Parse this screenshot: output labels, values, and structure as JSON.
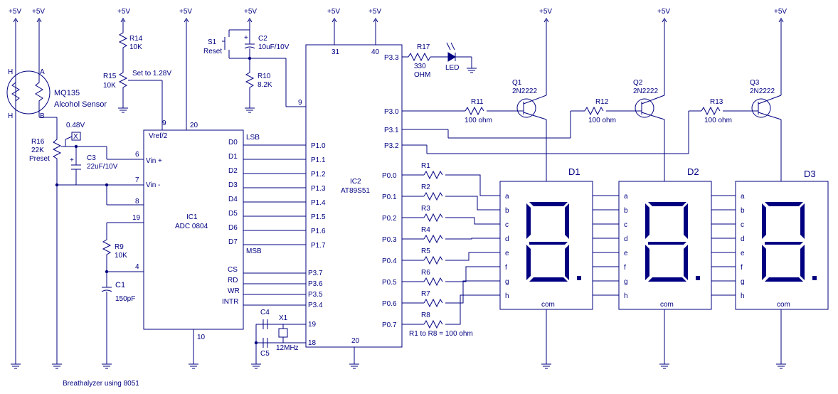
{
  "caption": "Breathalyzer using 8051",
  "supply": "+5V",
  "sensor": {
    "name": "MQ135",
    "desc": "Alcohol Sensor",
    "pin_h": "H",
    "pin_a": "A",
    "pin_b": "B"
  },
  "r14": {
    "ref": "R14",
    "val": "10K"
  },
  "r15": {
    "ref": "R15",
    "val": "10K",
    "note": "Set to 1.28V"
  },
  "r16": {
    "ref": "R16",
    "val": "22K",
    "note": "Preset",
    "volt": "0.48V",
    "mark": "X"
  },
  "c3": {
    "ref": "C3",
    "val": "22uF/10V",
    "plus": "+"
  },
  "s1": {
    "ref": "S1",
    "val": "Reset"
  },
  "c2": {
    "ref": "C2",
    "val": "10uF/10V",
    "plus": "+"
  },
  "r10": {
    "ref": "R10",
    "val": "8.2K"
  },
  "r9": {
    "ref": "R9",
    "val": "10K"
  },
  "c1": {
    "ref": "C1",
    "val": "150pF"
  },
  "c4": "C4",
  "c5": "C5",
  "x1": {
    "ref": "X1",
    "val": "12MHz"
  },
  "ic1": {
    "ref": "IC1",
    "name": "ADC 0804",
    "vref": "Vref/2",
    "vin_plus": "Vin +",
    "vin_minus": "Vin -",
    "pin_vref": "9",
    "pin_vcc": "20",
    "pin_vinp": "6",
    "pin_vinm": "7",
    "pin_8": "8",
    "pin_19": "19",
    "pin_4": "4",
    "pin_10": "10",
    "data_pins": [
      "D0",
      "D1",
      "D2",
      "D3",
      "D4",
      "D5",
      "D6",
      "D7"
    ],
    "lsb": "LSB",
    "msb": "MSB",
    "ctrl_pins": [
      "CS",
      "RD",
      "WR",
      "INTR"
    ]
  },
  "ic2": {
    "ref": "IC2",
    "name": "AT89S51",
    "pin_31": "31",
    "pin_40": "40",
    "pin_9": "9",
    "pin_19": "19",
    "pin_18": "18",
    "pin_20": "20",
    "p1": [
      "P1.0",
      "P1.1",
      "P1.2",
      "P1.3",
      "P1.4",
      "P1.5",
      "P1.6",
      "P1.7"
    ],
    "p3_left": [
      "P3.7",
      "P3.6",
      "P3.5",
      "P3.4"
    ],
    "p3_right": [
      "P3.3",
      "P3.0",
      "P3.1",
      "P3.2"
    ],
    "p0": [
      "P0.0",
      "P0.1",
      "P0.2",
      "P0.3",
      "P0.4",
      "P0.5",
      "P0.6",
      "P0.7"
    ]
  },
  "r17": {
    "ref": "R17",
    "val": "330",
    "unit": "OHM"
  },
  "led": "LED",
  "transistors": [
    {
      "ref": "Q1",
      "type": "2N2222",
      "r": "R11",
      "rval": "100 ohm"
    },
    {
      "ref": "Q2",
      "type": "2N2222",
      "r": "R12",
      "rval": "100 ohm"
    },
    {
      "ref": "Q3",
      "type": "2N2222",
      "r": "R13",
      "rval": "100 ohm"
    }
  ],
  "seg_resistors": [
    "R1",
    "R2",
    "R3",
    "R4",
    "R5",
    "R6",
    "R7",
    "R8"
  ],
  "seg_note": "R1 to R8 = 100 ohm",
  "displays": [
    {
      "ref": "D1",
      "com": "com"
    },
    {
      "ref": "D2",
      "com": "com"
    },
    {
      "ref": "D3",
      "com": "com"
    }
  ],
  "segments": [
    "a",
    "b",
    "c",
    "d",
    "e",
    "f",
    "g",
    "h"
  ],
  "colors": {
    "ink": "#000080",
    "background": "#ffffff"
  }
}
